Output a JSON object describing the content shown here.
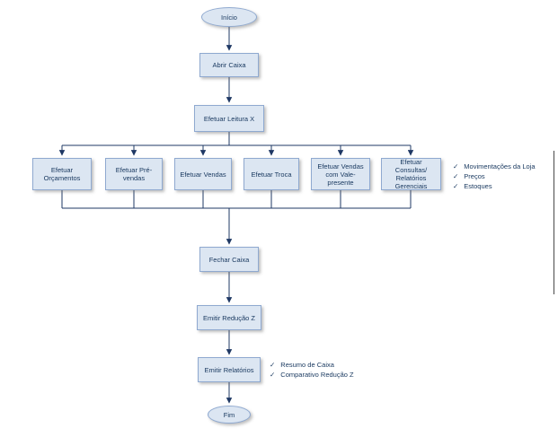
{
  "diagram": {
    "start_label": "Início",
    "end_label": "Fim",
    "steps": {
      "abrir_caixa": "Abrir Caixa",
      "leitura_x": "Efetuar Leitura X",
      "fechar_caixa": "Fechar Caixa",
      "emitir_reducao_z": "Emitir Redução Z",
      "emitir_relatorios": "Emitir Relatórios"
    },
    "branches": [
      "Efetuar Orçamentos",
      "Efetuar Pré-vendas",
      "Efetuar Vendas",
      "Efetuar Troca",
      "Efetuar Vendas com Vale-presente",
      "Efetuar Consultas/ Relatórios Gerenciais"
    ],
    "annotations": {
      "consultas": [
        "Movimentações da Loja",
        "Preços",
        "Estoques"
      ],
      "relatorios": [
        "Resumo de Caixa",
        "Comparativo Redução Z"
      ]
    },
    "check_glyph": "✓",
    "colors": {
      "node_fill": "#dce6f2",
      "node_border": "#8fa9d0",
      "connector": "#1f3864",
      "text": "#17375e"
    }
  }
}
